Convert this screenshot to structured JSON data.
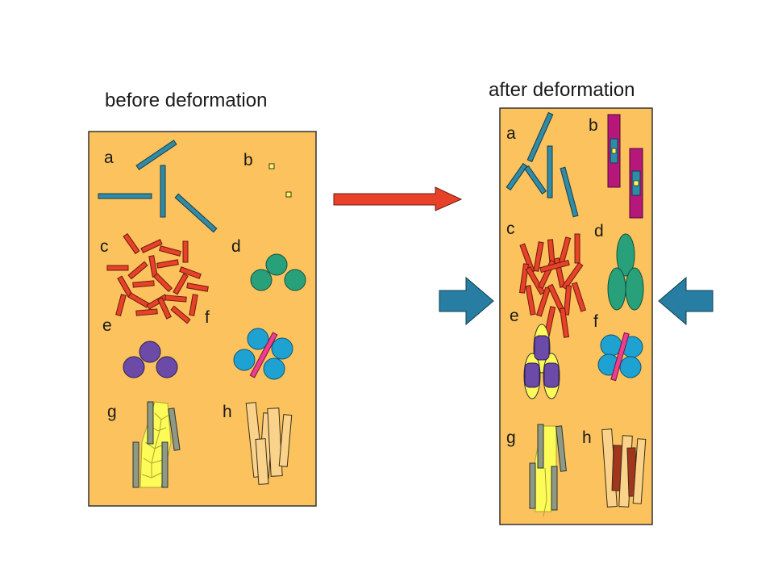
{
  "titles": {
    "before": "before deformation",
    "after": "after deformation"
  },
  "labels": [
    "a",
    "b",
    "c",
    "d",
    "e",
    "f",
    "g",
    "h"
  ],
  "colors": {
    "panel": "#fbc25e",
    "rod": "#2e8ca6",
    "red_rod": "#e8412a",
    "green": "#28a07a",
    "purple": "#6b4aa8",
    "blue": "#1ea2d2",
    "pink": "#ee3e8d",
    "magenta": "#b6177b",
    "yellow": "#fdfb58",
    "grey_plate": "#8e9a86",
    "brown": "#a1361c",
    "arrow_red": "#e8412a",
    "arrow_blue": "#277ea2"
  }
}
